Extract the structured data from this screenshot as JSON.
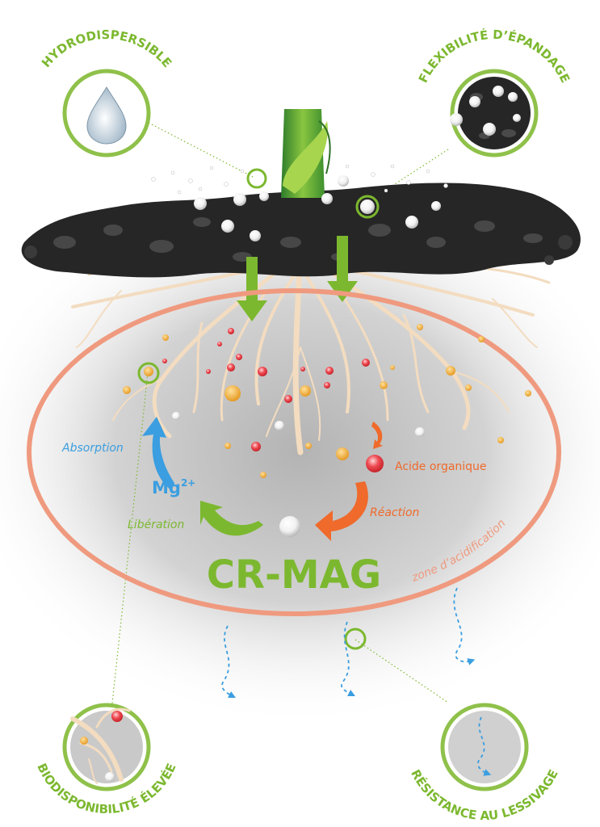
{
  "labels": {
    "hydrodispersible": "HYDRODISPERSIBLE",
    "flexibilite": "FLEXIBILITÉ D’ÉPANDAGE",
    "biodisponibilite": "BIODISPONIBILITÉ ÉLEVÉE",
    "resistance": "RÉSISTANCE AU LESSIVAGE"
  },
  "process": {
    "absorption": "Absorption",
    "mg_base": "Mg",
    "mg_sup": "2+",
    "liberation": "Libération",
    "reaction": "Réaction",
    "acide": "Acide organique",
    "zone": "zone d’acidification",
    "product": "CR-MAG"
  },
  "colors": {
    "green": "#7cb82f",
    "blue": "#3a9ee0",
    "orange": "#ef6a2b",
    "salmon": "#ef9a7f",
    "soil": "#2b2b2b",
    "root": "#f3dcc0",
    "gold": "#f1b144",
    "red": "#e8343c"
  }
}
